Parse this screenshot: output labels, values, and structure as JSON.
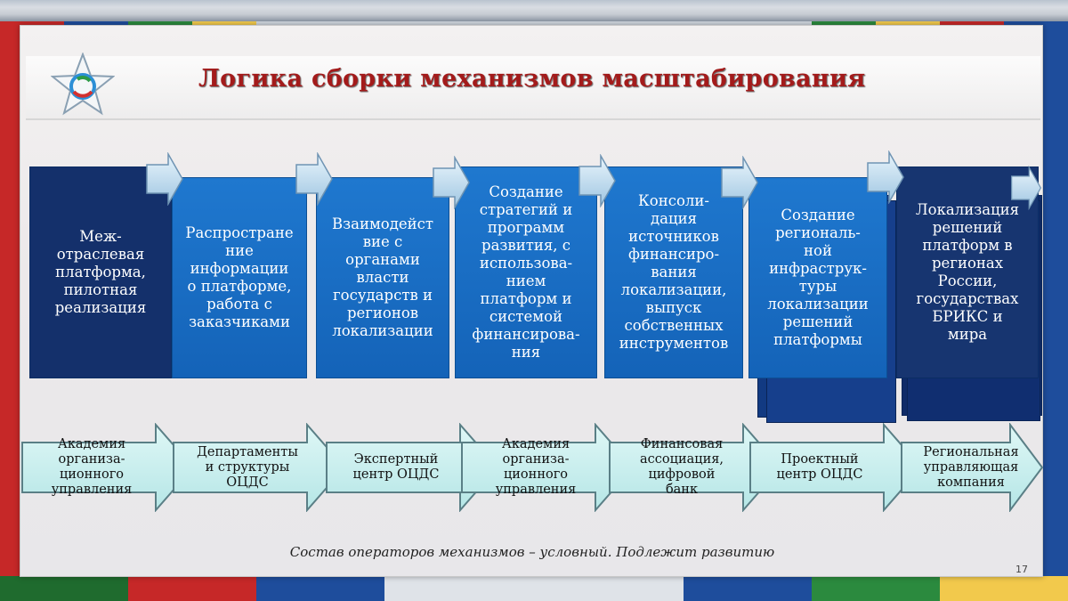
{
  "slide": {
    "title": "Логика сборки механизмов масштабирования",
    "footnote": "Состав операторов механизмов – условный. Подлежит развитию",
    "page_number": "17"
  },
  "colors": {
    "title": "#a31b1b",
    "block_dark": "#14306b",
    "block_mid": "#1a6fc6",
    "arrow_fill": "#c9f0ef",
    "arrow_border": "#5a7f86"
  },
  "top_blocks": [
    {
      "text": "Меж-\nотраслевая\nплатформа,\nпилотная\nреализация"
    },
    {
      "text": "Распростране\nние\nинформации\nо платформе,\nработа с\nзаказчиками"
    },
    {
      "text": "Взаимодейст\nвие с\nорганами\nвласти\nгосударств и\nрегионов\nлокализации"
    },
    {
      "text": "Создание\nстратегий и\nпрограмм\nразвития, с\nиспользова-\nнием\nплатформ и\nсистемой\nфинансирова-\nния"
    },
    {
      "text": "Консоли-\nдация\nисточников\nфинансиро-\nвания\nлокализации,\nвыпуск\nсобственных\nинструментов"
    },
    {
      "text": "Создание\nрегиональ-\nной\nинфраструк-\nтуры\nлокализации\nрешений\nплатформы"
    },
    {
      "text": "Локализация\nрешений\nплатформ в\nрегионах\nРоссии,\nгосударствах\nБРИКС и\nмира"
    }
  ],
  "bottom_arrows": [
    {
      "text": "Академия\nорганиза-\nционного\nуправления"
    },
    {
      "text": "Департаменты\nи структуры\nОЦДС"
    },
    {
      "text": "Экспертный\nцентр ОЦДС"
    },
    {
      "text": "Академия\nорганиза-\nционного\nуправления"
    },
    {
      "text": "Финансовая\nассоциация,\nцифровой\nбанк"
    },
    {
      "text": "Проектный\nцентр ОЦДС"
    },
    {
      "text": "Региональная\nуправляющая\nкомпания"
    }
  ]
}
